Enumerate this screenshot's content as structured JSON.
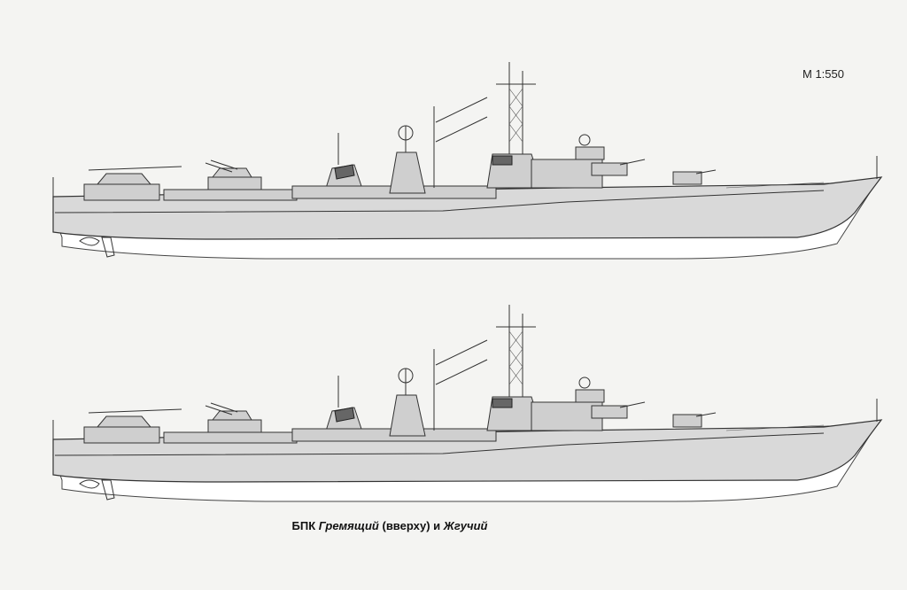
{
  "scale_label": "М 1:550",
  "caption": {
    "prefix": "БПК ",
    "ship1": "Гремящий",
    "middle": " (вверху) и ",
    "ship2": "Жгучий"
  },
  "drawings": [
    {
      "id": "gremyashchiy",
      "position": "top"
    },
    {
      "id": "zhguchiy",
      "position": "bottom"
    }
  ]
}
